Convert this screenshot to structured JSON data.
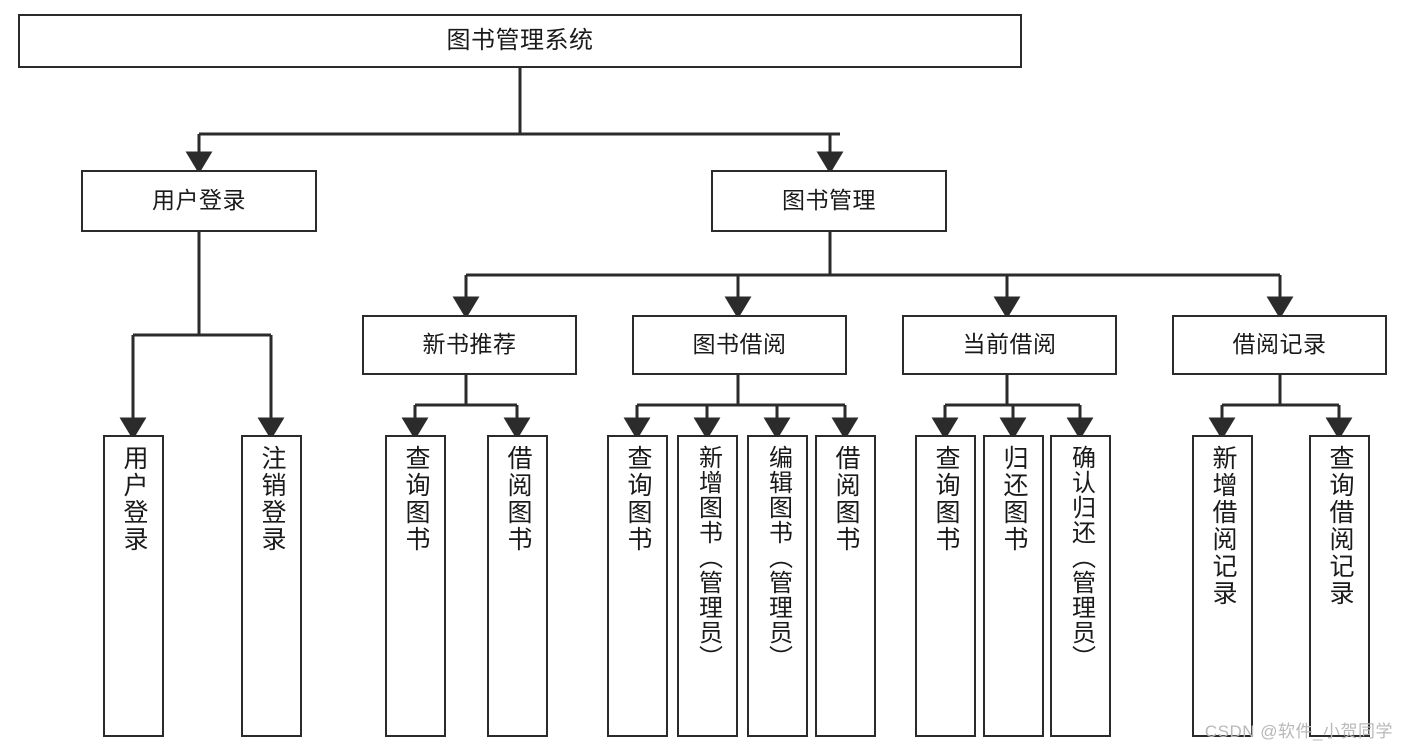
{
  "diagram": {
    "title": "图书管理系统",
    "type": "functional-structure-tree",
    "orientation": "top-down",
    "line_color": "#2b2b2b",
    "box_fill": "#ffffff",
    "text_color": "#1a1a1a"
  },
  "nodes": {
    "root": {
      "label": "图书管理系统"
    },
    "level2": [
      {
        "id": "user-login",
        "label": "用户登录"
      },
      {
        "id": "book-management",
        "label": "图书管理"
      }
    ],
    "level3": [
      {
        "id": "new-book-recommend",
        "label": "新书推荐"
      },
      {
        "id": "book-borrow",
        "label": "图书借阅"
      },
      {
        "id": "current-borrow",
        "label": "当前借阅"
      },
      {
        "id": "borrow-record",
        "label": "借阅记录"
      }
    ],
    "leaves": {
      "user_login": [
        {
          "id": "leaf-user-login",
          "label": "用户登录"
        },
        {
          "id": "leaf-logout-login",
          "label": "注销登录"
        }
      ],
      "new_book_recommend": [
        {
          "id": "leaf-query-book-1",
          "label": "查询图书"
        },
        {
          "id": "leaf-borrow-book-1",
          "label": "借阅图书"
        }
      ],
      "book_borrow": [
        {
          "id": "leaf-query-book-2",
          "label": "查询图书"
        },
        {
          "id": "leaf-add-book",
          "label": "新增图书（管理员）"
        },
        {
          "id": "leaf-edit-book",
          "label": "编辑图书（管理员）"
        },
        {
          "id": "leaf-borrow-book-2",
          "label": "借阅图书"
        }
      ],
      "current_borrow": [
        {
          "id": "leaf-query-book-3",
          "label": "查询图书"
        },
        {
          "id": "leaf-return-book",
          "label": "归还图书"
        },
        {
          "id": "leaf-confirm-return",
          "label": "确认归还（管理员）"
        }
      ],
      "borrow_record": [
        {
          "id": "leaf-add-borrow-record",
          "label": "新增借阅记录"
        },
        {
          "id": "leaf-query-borrow-record",
          "label": "查询借阅记录"
        }
      ]
    }
  },
  "watermark": {
    "text": "CSDN @软件_小贺同学"
  }
}
